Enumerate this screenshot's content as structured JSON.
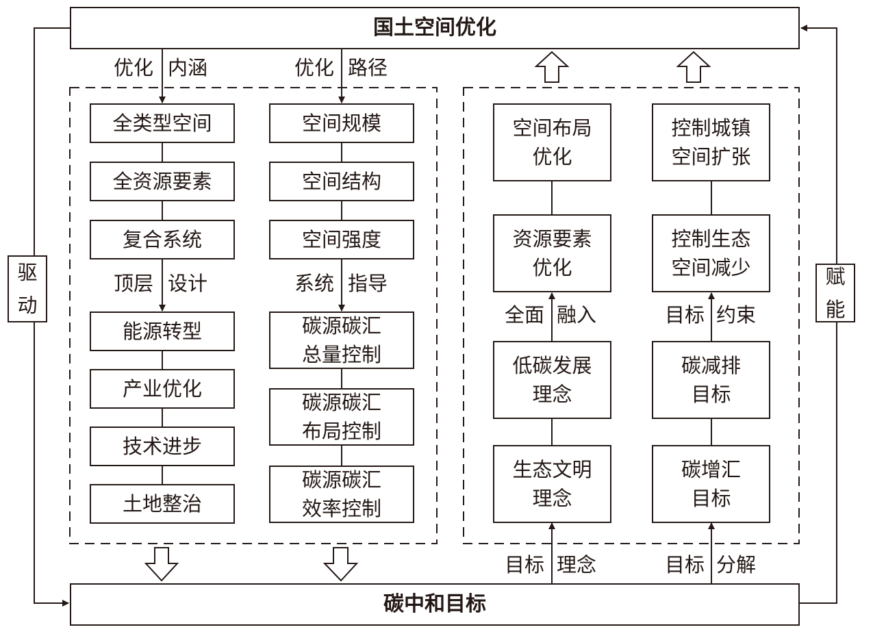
{
  "top_box": {
    "label": "国土空间优化"
  },
  "bottom_box": {
    "label": "碳中和目标"
  },
  "side_left": {
    "label": "驱\n动"
  },
  "side_right": {
    "label": "赋\n能"
  },
  "left_group": {
    "col1": {
      "top_edge_label": [
        "优化",
        "内涵"
      ],
      "items_a": [
        "全类型空间",
        "全资源要素",
        "复合系统"
      ],
      "mid_edge_label": [
        "顶层",
        "设计"
      ],
      "items_b": [
        "能源转型",
        "产业优化",
        "技术进步",
        "土地整治"
      ]
    },
    "col2": {
      "top_edge_label": [
        "优化",
        "路径"
      ],
      "items_a": [
        "空间规模",
        "空间结构",
        "空间强度"
      ],
      "mid_edge_label": [
        "系统",
        "指导"
      ],
      "items_b": [
        "碳源碳汇\n总量控制",
        "碳源碳汇\n布局控制",
        "碳源碳汇\n效率控制"
      ]
    }
  },
  "right_group": {
    "col1": {
      "items_top": [
        "空间布局\n优化",
        "资源要素\n优化"
      ],
      "mid_edge_label": [
        "全面",
        "融入"
      ],
      "items_bottom": [
        "低碳发展\n理念",
        "生态文明\n理念"
      ],
      "bottom_edge_label": [
        "目标",
        "理念"
      ]
    },
    "col2": {
      "items_top": [
        "控制城镇\n空间扩张",
        "控制生态\n空间减少"
      ],
      "mid_edge_label": [
        "目标",
        "约束"
      ],
      "items_bottom": [
        "碳减排\n目标",
        "碳增汇\n目标"
      ],
      "bottom_edge_label": [
        "目标",
        "分解"
      ]
    }
  }
}
